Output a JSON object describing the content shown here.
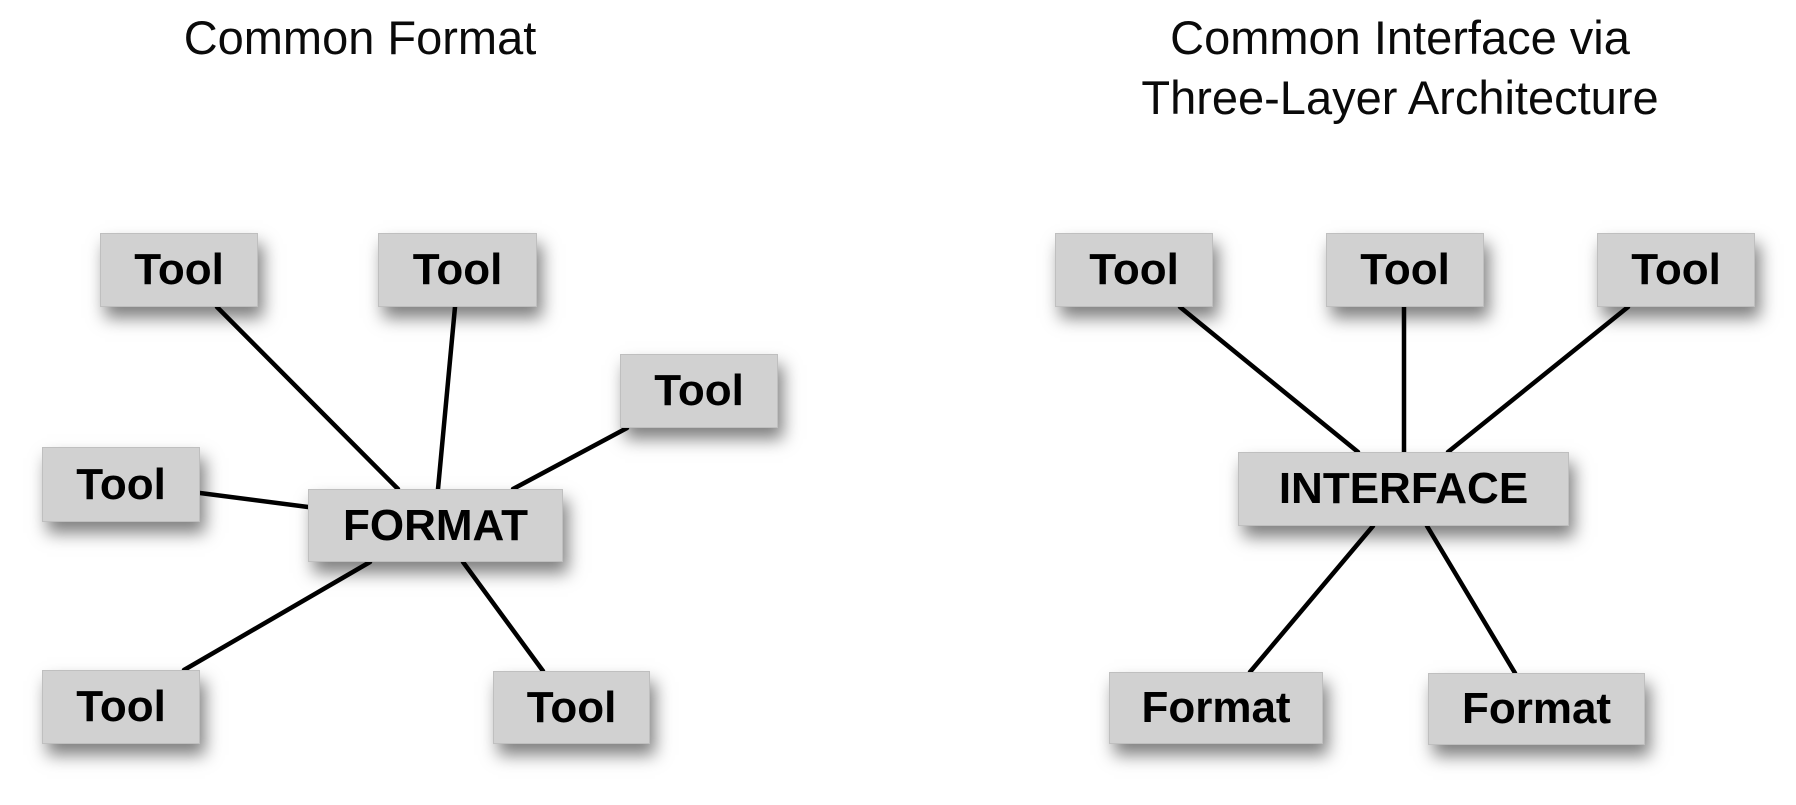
{
  "left_diagram": {
    "title": "Common Format",
    "center_label": "FORMAT",
    "tools": [
      "Tool",
      "Tool",
      "Tool",
      "Tool",
      "Tool",
      "Tool"
    ]
  },
  "right_diagram": {
    "title_line1": "Common Interface via",
    "title_line2": "Three-Layer Architecture",
    "center_label": "INTERFACE",
    "tools": [
      "Tool",
      "Tool",
      "Tool"
    ],
    "formats": [
      "Format",
      "Format"
    ]
  },
  "colors": {
    "background": "#ffffff",
    "box_fill": "#d1d1d1",
    "box_border": "#bfbfbf",
    "connector": "#000000",
    "text": "#000000"
  }
}
